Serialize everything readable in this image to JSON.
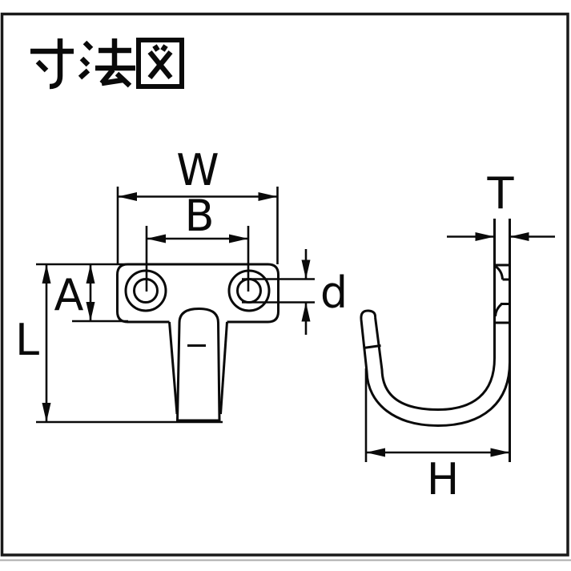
{
  "title": {
    "text": "寸法図"
  },
  "diagram": {
    "type": "technical-dimension-drawing",
    "subject": "plate hook with two mounting holes, front view and side view",
    "labels": {
      "width": "W",
      "hole_pitch": "B",
      "plate_height": "A",
      "overall_length": "L",
      "hole_diameter": "d",
      "thickness": "T",
      "hook_depth": "H"
    },
    "colors": {
      "line": "#0a0a0a",
      "background": "#ffffff",
      "frame": "#1a1a1a",
      "scan_edge": "#ababab"
    }
  }
}
